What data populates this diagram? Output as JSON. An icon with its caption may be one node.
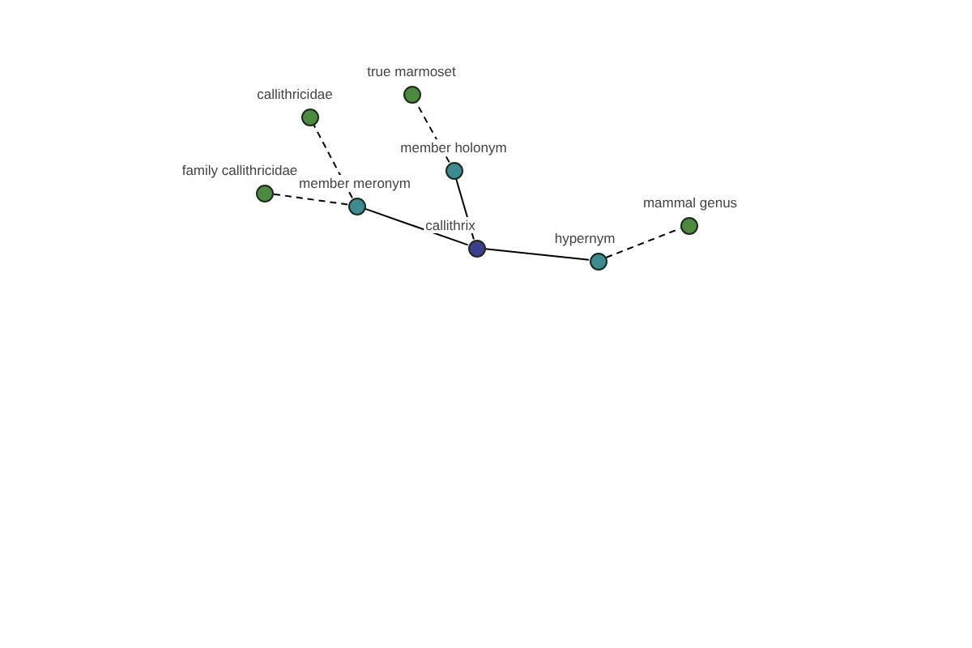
{
  "diagram": {
    "nodes": [
      {
        "text": [],
        "shape": "circle",
        "beside": [
          "true marmoset"
        ]
      },
      {
        "text": [],
        "shape": "circle",
        "beside": [
          "callithricidae"
        ]
      },
      {
        "text": [],
        "shape": "circle",
        "beside": [
          "member holonym"
        ]
      },
      {
        "text": [],
        "shape": "circle",
        "beside": [
          "family callithricidae"
        ]
      },
      {
        "text": [],
        "shape": "circle",
        "beside": [
          "member meronym"
        ]
      },
      {
        "text": [],
        "shape": "circle",
        "beside": [
          "mammal genus"
        ]
      },
      {
        "text": [],
        "shape": "circle",
        "beside": [
          "callithrix"
        ]
      },
      {
        "text": [],
        "shape": "circle",
        "beside": [
          "hypernym"
        ]
      }
    ],
    "edges": [
      {
        "from": 6,
        "to": 4,
        "arrow": "none"
      },
      {
        "from": 6,
        "to": 2,
        "arrow": "none"
      },
      {
        "from": 6,
        "to": 7,
        "arrow": "none"
      },
      {
        "from": 4,
        "to": 1,
        "arrow": "none",
        "style": "dashed"
      },
      {
        "from": 4,
        "to": 3,
        "arrow": "none",
        "style": "dashed"
      },
      {
        "from": 2,
        "to": 0,
        "arrow": "none",
        "style": "dashed"
      },
      {
        "from": 7,
        "to": 5,
        "arrow": "none",
        "style": "dashed"
      }
    ]
  }
}
